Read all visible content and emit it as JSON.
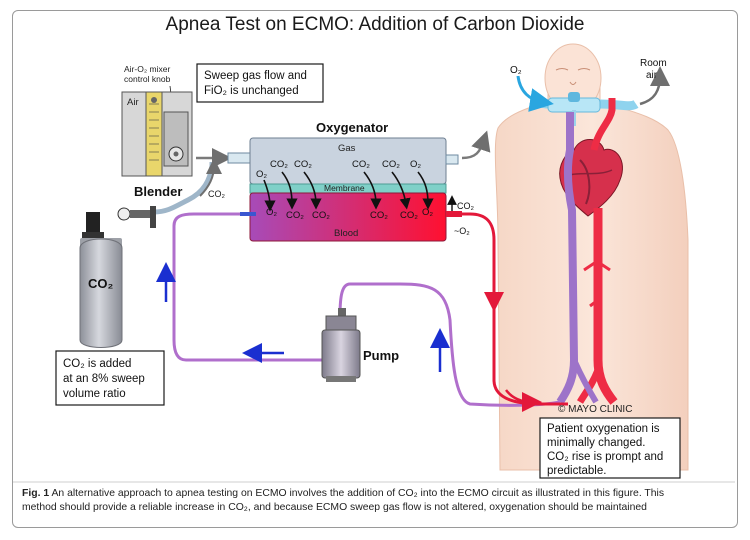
{
  "title": "Apnea Test on ECMO: Addition of Carbon Dioxide",
  "labels": {
    "air_o2_knob_line1": "Air-O₂ mixer",
    "air_o2_knob_line2": "control knob",
    "air": "Air",
    "blender": "Blender",
    "co2_small": "CO₂",
    "co2_tank": "CO₂",
    "oxygenator": "Oxygenator",
    "gas": "Gas",
    "membrane": "Membrane",
    "blood": "Blood",
    "pump": "Pump",
    "o2_in": "O₂",
    "room_air_line1": "Room",
    "room_air_line2": "air",
    "co2_out": "CO₂",
    "o2_approx": "~O₂",
    "copyright": "© MAYO CLINIC"
  },
  "gas_chamber_co2": [
    "CO₂",
    "CO₂",
    "CO₂",
    "CO₂",
    "O₂"
  ],
  "gas_chamber_o2": "O₂",
  "blood_chamber": [
    "O₂",
    "CO₂",
    "CO₂",
    "CO₂",
    "CO₂",
    "O₂"
  ],
  "callouts": {
    "sweep_line1": "Sweep gas flow and",
    "sweep_line2": "FiO₂ is unchanged",
    "co2_added_line1": "CO₂ is added",
    "co2_added_line2": "at an 8% sweep",
    "co2_added_line3": "volume ratio",
    "patient_line1": "Patient oxygenation is",
    "patient_line2": "minimally changed.",
    "patient_line3": "CO₂ rise is prompt and",
    "patient_line4": "predictable."
  },
  "caption": {
    "label": "Fig. 1",
    "text_line1": "An alternative approach to apnea testing on ECMO involves the addition of CO₂ into the ECMO circuit as illustrated in this figure. This",
    "text_line2": "method should provide a reliable increase in CO₂, and because ECMO sweep gas flow is not altered, oxygenation should be maintained"
  },
  "colors": {
    "blood_red": "#e3183a",
    "blood_purple": "#9a4fb0",
    "arrow_blue": "#1a2fd0",
    "gas_box": "#c9d3df",
    "membrane": "#7fd0c8",
    "tank": "#b9bcc4"
  }
}
